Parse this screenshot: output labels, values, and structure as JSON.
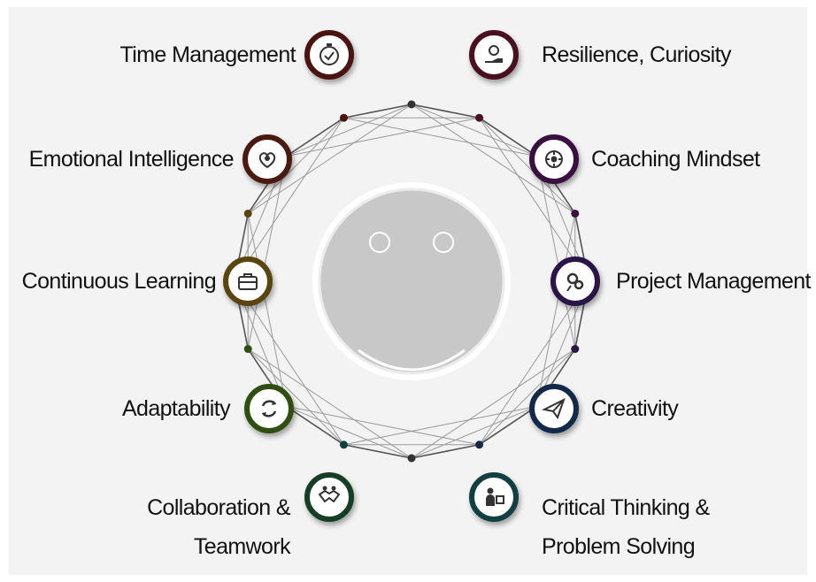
{
  "skills": {
    "left": [
      {
        "label": "Time Management",
        "color": "#4a1410",
        "icon": "stopwatch-icon"
      },
      {
        "label": "Emotional Intelligence",
        "color": "#4a1a10",
        "icon": "brain-heart-icon"
      },
      {
        "label": "Continuous Learning",
        "color": "#5a4410",
        "icon": "briefcase-icon"
      },
      {
        "label": "Adaptability",
        "color": "#2f4f12",
        "icon": "cycle-arrows-icon"
      },
      {
        "label": "Collaboration & Teamwork",
        "color": "#143f25",
        "icon": "handshake-icon"
      }
    ],
    "right": [
      {
        "label": "Resilience, Curiosity",
        "color": "#4a1020",
        "icon": "hand-bulb-icon"
      },
      {
        "label": "Coaching Mindset",
        "color": "#3a1040",
        "icon": "coaching-head-icon"
      },
      {
        "label": "Project Management",
        "color": "#2a1448",
        "icon": "gears-head-icon"
      },
      {
        "label": "Creativity",
        "color": "#13294a",
        "icon": "paper-plane-icon"
      },
      {
        "label": "Critical Thinking & Problem Solving",
        "color": "#123f42",
        "icon": "puzzle-person-icon"
      }
    ]
  },
  "hub": {
    "face_color": "#c8c8c8",
    "ring_color": "#444444",
    "icon": "smiley-face-icon"
  }
}
